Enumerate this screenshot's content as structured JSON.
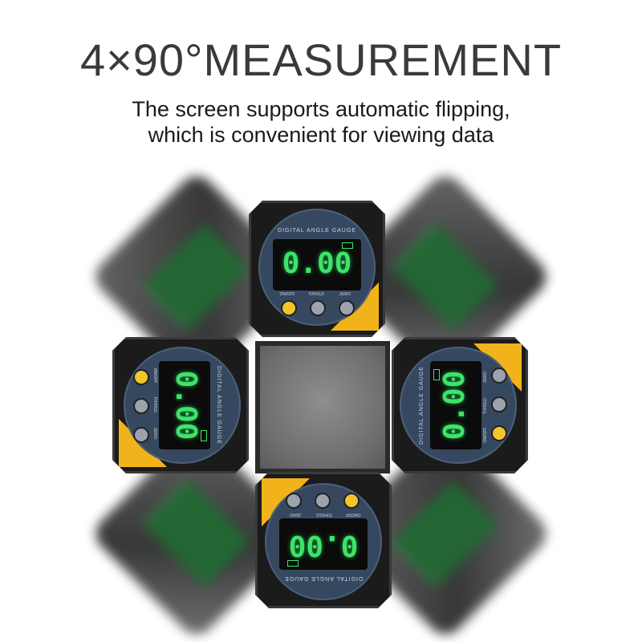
{
  "headline": "4×90°MEASUREMENT",
  "subtitle_line1": "The screen supports automatic flipping,",
  "subtitle_line2": "which is convenient for viewing data",
  "gauge": {
    "brand": "DIGITAL ANGLE GAUGE",
    "reading": "0.00",
    "btn_onoff": "ON/OFF",
    "btn_hold": "TI/HOLD",
    "btn_zero": "ZERO"
  },
  "colors": {
    "lcd_green": "#3ee36a",
    "accent_yellow": "#f2b21a",
    "face_blue": "#36485f"
  }
}
